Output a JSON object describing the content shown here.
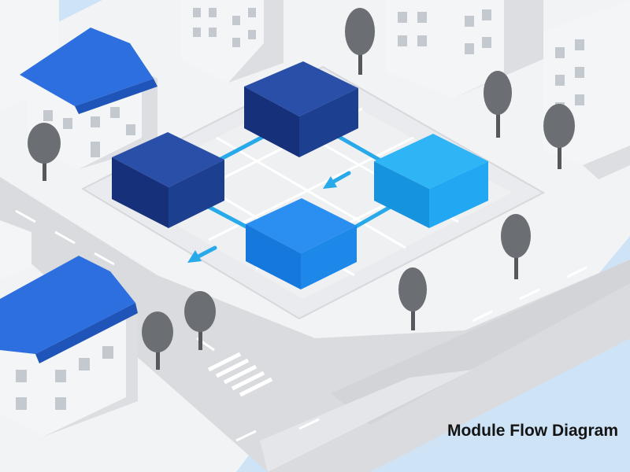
{
  "caption": "Module Flow Diagram",
  "colors": {
    "background": "#f2f3f5",
    "water": "#cfe3f7",
    "road": "#d9dbde",
    "road_marking": "#ffffff",
    "block_ground": "#e9ebee",
    "plaza": "#eceef1",
    "building_light": "#f4f5f7",
    "building_side": "#dcdee2",
    "window": "#c4c8cf",
    "roof_blue": "#2e6fe0",
    "tree": "#6b6e72",
    "trunk": "#55585c",
    "module_dark": "#1d3f8f",
    "module_light": "#22a8f2",
    "connector": "#27a9ea"
  },
  "modules": [
    {
      "id": "module-top",
      "tone": "dark"
    },
    {
      "id": "module-left",
      "tone": "dark"
    },
    {
      "id": "module-right",
      "tone": "light"
    },
    {
      "id": "module-bottom",
      "tone": "light"
    }
  ],
  "connectors": [
    {
      "from": "module-top",
      "to": "module-left"
    },
    {
      "from": "module-top",
      "to": "module-right"
    },
    {
      "from": "module-left",
      "to": "module-bottom"
    },
    {
      "from": "module-right",
      "to": "module-bottom"
    }
  ],
  "flow_arrows": [
    "flow-arrow-center",
    "flow-arrow-lower-left"
  ],
  "icons": [
    "house-icon",
    "tree-icon",
    "building-icon",
    "crosswalk-icon",
    "arrow-icon"
  ]
}
